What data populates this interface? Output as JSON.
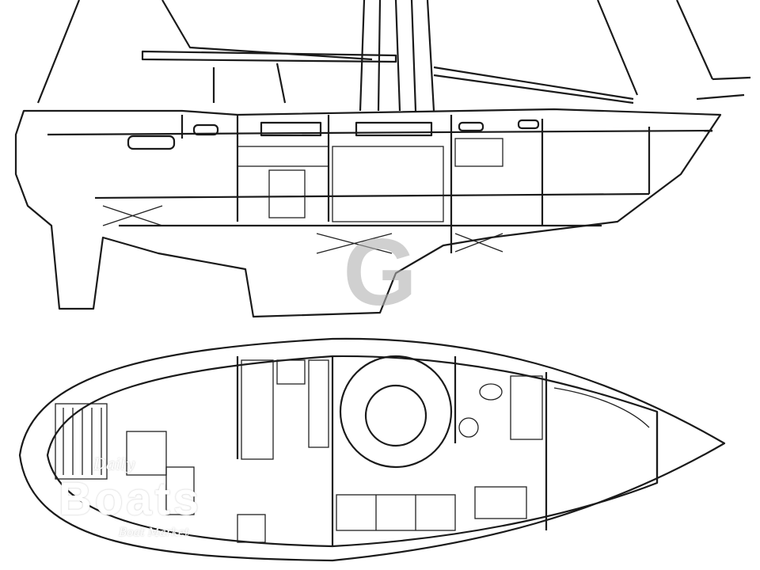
{
  "watermark": {
    "small": "Daily",
    "big": "Boats",
    "sub": "Boat Market",
    "center_mark": "G",
    "center_mark_color": "#b0b0b0"
  },
  "drawing": {
    "views": [
      "sail-plan-profile",
      "accommodation-plan"
    ],
    "line_color": "#1a1a1a"
  }
}
